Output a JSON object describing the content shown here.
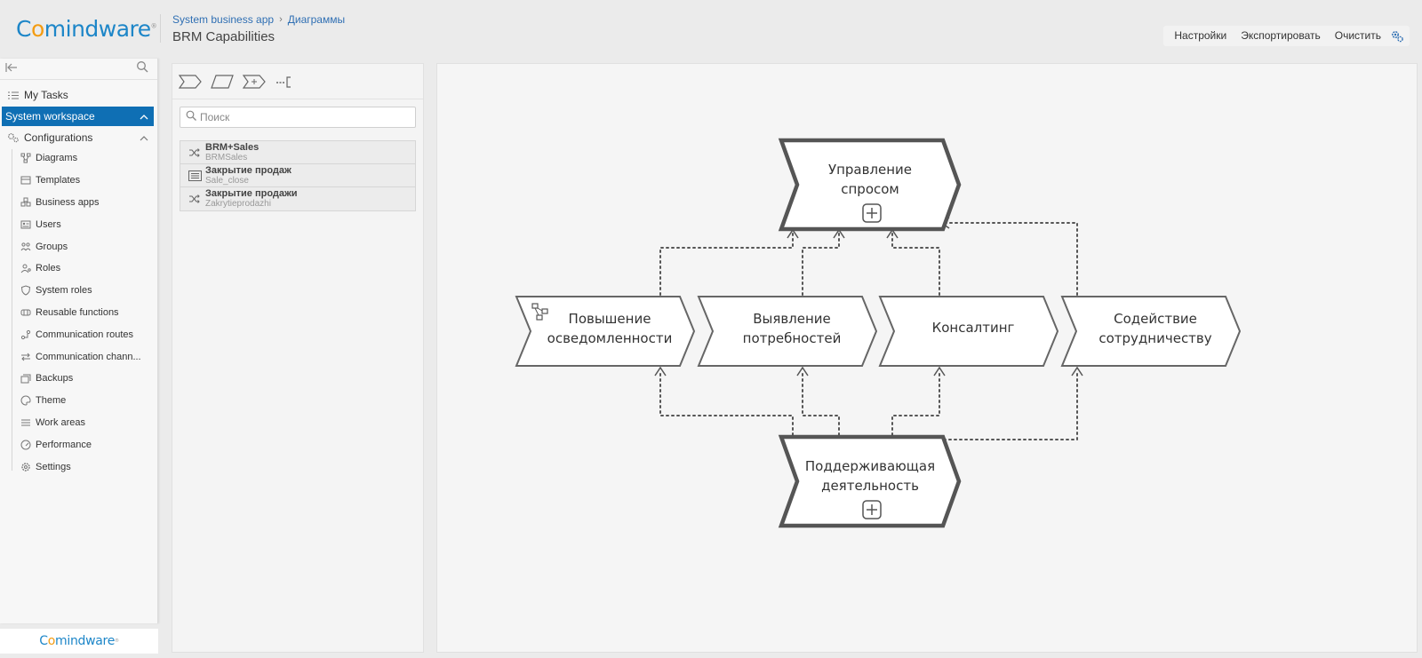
{
  "header": {
    "logo_text_a": "C",
    "logo_text_o": "o",
    "logo_text_b": "mindware",
    "logo_mark": "®",
    "breadcrumb": [
      "System business app",
      "Диаграммы"
    ],
    "title": "BRM Capabilities",
    "toolbar": {
      "settings": "Настройки",
      "export": "Экспортировать",
      "clear": "Очистить",
      "icon": "gears-icon"
    }
  },
  "sidebar": {
    "my_tasks": "My Tasks",
    "workspace": "System workspace",
    "configurations": "Configurations",
    "items": [
      {
        "label": "Diagrams",
        "icon": "diagram-icon"
      },
      {
        "label": "Templates",
        "icon": "template-icon"
      },
      {
        "label": "Business apps",
        "icon": "business-apps-icon"
      },
      {
        "label": "Users",
        "icon": "user-card-icon"
      },
      {
        "label": "Groups",
        "icon": "group-icon"
      },
      {
        "label": "Roles",
        "icon": "role-icon"
      },
      {
        "label": "System roles",
        "icon": "shield-icon"
      },
      {
        "label": "Reusable functions",
        "icon": "function-icon"
      },
      {
        "label": "Communication routes",
        "icon": "route-icon"
      },
      {
        "label": "Communication chann...",
        "icon": "channel-icon"
      },
      {
        "label": "Backups",
        "icon": "backup-icon"
      },
      {
        "label": "Theme",
        "icon": "palette-icon"
      },
      {
        "label": "Work areas",
        "icon": "list-icon"
      },
      {
        "label": "Performance",
        "icon": "gauge-icon"
      },
      {
        "label": "Settings",
        "icon": "gear-icon"
      }
    ],
    "footer_logo": "Comindware"
  },
  "palette": {
    "search_placeholder": "Поиск",
    "items": [
      {
        "name": "BRM+Sales",
        "alias": "BRMSales",
        "icon": "shuffle-icon"
      },
      {
        "name": "Закрытие продаж",
        "alias": "Sale_close",
        "icon": "list-doc-icon"
      },
      {
        "name": "Закрытие продажи",
        "alias": "Zakrytieprodazhi",
        "icon": "shuffle-icon"
      }
    ]
  },
  "diagram": {
    "top": {
      "line1": "Управление",
      "line2": "спросом"
    },
    "bottom": {
      "line1": "Поддерживающая",
      "line2": "деятельность"
    },
    "middle": [
      {
        "line1": "Повышение",
        "line2": "осведомленности"
      },
      {
        "line1": "Выявление",
        "line2": "потребностей"
      },
      {
        "line1": "Консалтинг",
        "line2": ""
      },
      {
        "line1": "Содействие",
        "line2": "сотрудничеству"
      }
    ]
  },
  "colors": {
    "accent": "#0f6fb4",
    "logo_blue": "#1d86c8",
    "logo_orange": "#f39c12",
    "shape_stroke": "#555555"
  }
}
